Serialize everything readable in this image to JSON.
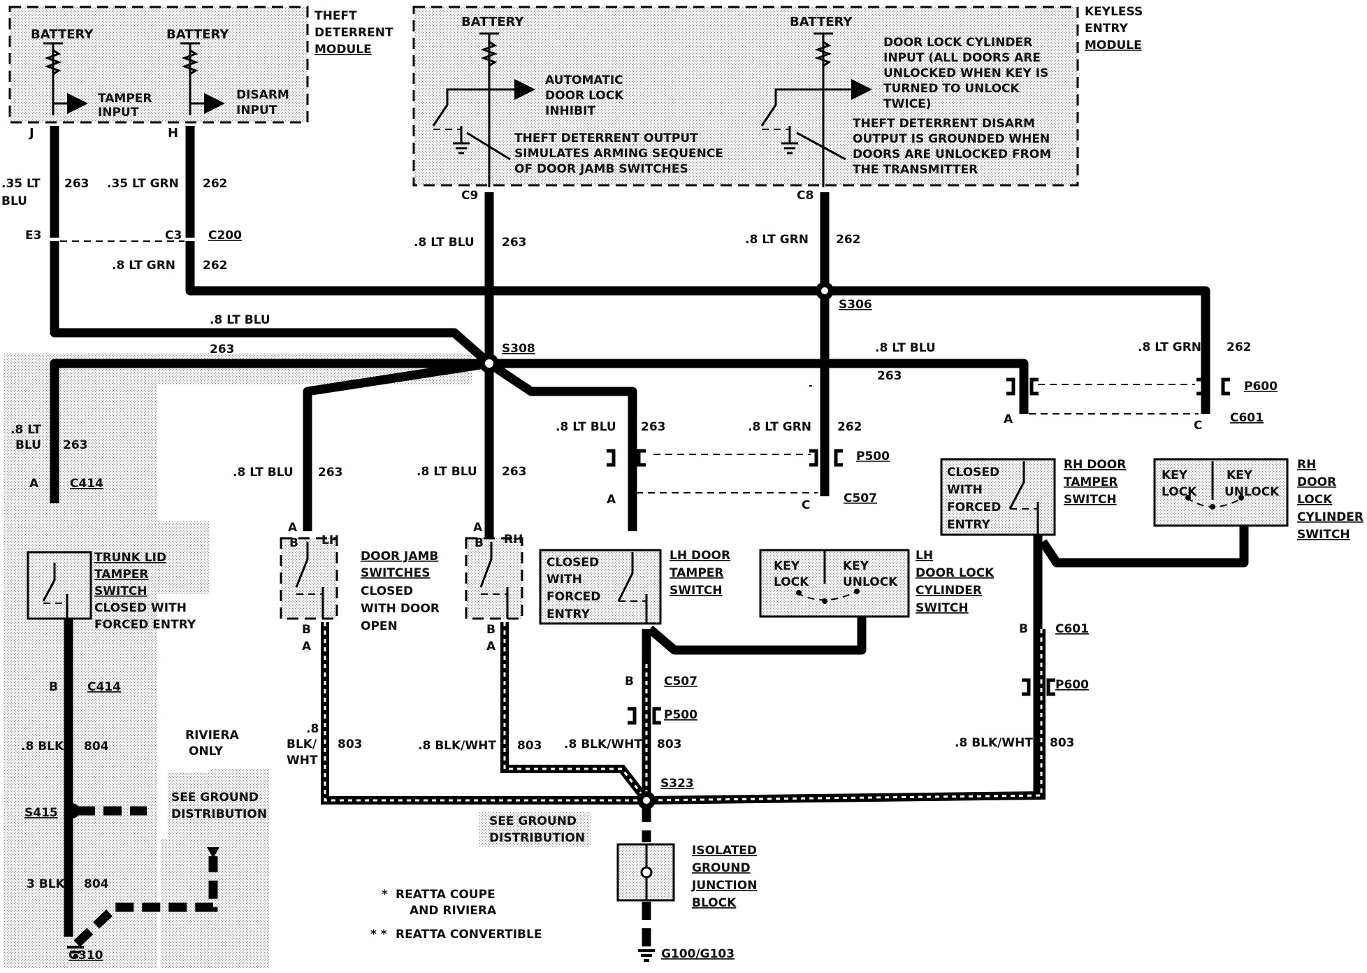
{
  "modules": {
    "theft_deterrent": {
      "title_l1": "THEFT",
      "title_l2": "DETERRENT",
      "title_l3": "MODULE",
      "battery1": "BATTERY",
      "battery2": "BATTERY",
      "tamper_l1": "TAMPER",
      "tamper_l2": "INPUT",
      "disarm_l1": "DISARM",
      "disarm_l2": "INPUT",
      "pin_j": "J",
      "pin_h": "H"
    },
    "keyless_entry": {
      "title_l1": "KEYLESS",
      "title_l2": "ENTRY",
      "title_l3": "MODULE",
      "battery1": "BATTERY",
      "battery2": "BATTERY",
      "adl_l1": "AUTOMATIC",
      "adl_l2": "DOOR LOCK",
      "adl_l3": "INHIBIT",
      "tdo_l1": "THEFT DETERRENT OUTPUT",
      "tdo_l2": "SIMULATES ARMING SEQUENCE",
      "tdo_l3": "OF DOOR JAMB SWITCHES",
      "dlc_l1": "DOOR  LOCK CYLINDER",
      "dlc_l2": "INPUT (ALL DOORS ARE",
      "dlc_l3": "UNLOCKED WHEN KEY IS",
      "dlc_l4": "TURNED TO UNLOCK",
      "dlc_l5": "TWICE)",
      "tdd_l1": "THEFT DETERRENT DISARM",
      "tdd_l2": "OUTPUT IS GROUNDED WHEN",
      "tdd_l3": "DOORS ARE UNLOCKED FROM",
      "tdd_l4": "THE TRANSMITTER",
      "pin_c9": "C9",
      "pin_c8": "C8"
    }
  },
  "wires": {
    "w1_gauge": ".35 LT",
    "w1_gauge2": "BLU",
    "w1_circuit": "263",
    "w2_gauge": ".35 LT GRN",
    "w2_circuit": "262",
    "c9_gauge": ".8 LT BLU",
    "c9_circuit": "263",
    "c8_gauge": ".8 LT GRN",
    "c8_circuit": "262",
    "c3_gauge": ".8 LT GRN",
    "c3_circuit": "262",
    "e3_gauge": ".8 LT BLU",
    "e3_circuit": "263",
    "trunk_gauge": ".8 LT",
    "trunk_gauge2": "BLU",
    "trunk_circuit": "263",
    "lh_jamb_gauge": ".8 LT BLU",
    "lh_jamb_circuit": "263",
    "rh_jamb_gauge": ".8 LT BLU",
    "rh_jamb_circuit": "263",
    "lh_tamper_gauge": ".8 LT BLU",
    "lh_tamper_circuit": "263",
    "lh_lock_gauge": ".8 LT GRN",
    "lh_lock_circuit": "262",
    "rh_top_gauge": ".8 LT BLU",
    "rh_top_circuit": "263",
    "rh_lock_gauge": ".8 LT GRN",
    "rh_lock_circuit": "262",
    "gnd1_gauge": ".8 BLK",
    "gnd1_circuit": "804",
    "gnd2_gauge": "3 BLK",
    "gnd2_circuit": "804",
    "jamb_gnd_l1": ".8",
    "jamb_gnd_l2": "BLK/",
    "jamb_gnd_l3": "WHT",
    "jamb_gnd_circuit": "803",
    "rh_jamb_gnd": ".8 BLK/WHT",
    "rh_jamb_gnd_circuit": "803",
    "lh_tamper_gnd": ".8 BLK/WHT",
    "lh_tamper_gnd_circuit": "803",
    "rh_tamper_gnd": ".8 BLK/WHT",
    "rh_tamper_gnd_circuit": "803"
  },
  "connectors": {
    "e3": "E3",
    "c3": "C3",
    "c200": "C200",
    "s306": "S306",
    "s308": "S308",
    "a_c414": "A",
    "c414a": "C414",
    "b_c414": "B",
    "c414b": "C414",
    "p600": "P600",
    "p600b": "P600",
    "c601a": "C601",
    "c601a_pin_a": "A",
    "c601a_pin_c": "C",
    "c601b": "C601",
    "c601b_pin": "B",
    "p500": "P500",
    "p500b": "P500",
    "c507": "C507",
    "c507_pin_a": "A",
    "c507_pin_c": "C",
    "c507b": "C507",
    "c507b_pin": "B",
    "s323": "S323",
    "s415": "S415",
    "g310": "G310",
    "g100": "G100/G103"
  },
  "components": {
    "door_jamb": {
      "l1": "DOOR JAMB",
      "l2": "SWITCHES",
      "l3": "CLOSED",
      "l4": "WITH DOOR",
      "l5": "OPEN",
      "lh": "LH",
      "rh": "RH",
      "a": "A",
      "b": "B"
    },
    "trunk": {
      "l1": "TRUNK LID",
      "l2": "TAMPER",
      "l3": "SWITCH",
      "l4": "CLOSED WITH",
      "l5": "FORCED ENTRY"
    },
    "lh_tamper": {
      "inner_l1": "CLOSED",
      "inner_l2": "WITH",
      "inner_l3": "FORCED",
      "inner_l4": "ENTRY",
      "l1": "LH DOOR",
      "l2": "TAMPER",
      "l3": "SWITCH"
    },
    "lh_lock": {
      "key1": "KEY",
      "lock": "LOCK",
      "key2": "KEY",
      "unlock": "UNLOCK",
      "l1": "LH",
      "l2": "DOOR LOCK",
      "l3": "CYLINDER",
      "l4": "SWITCH"
    },
    "rh_tamper": {
      "inner_l1": "CLOSED",
      "inner_l2": "WITH",
      "inner_l3": "FORCED",
      "inner_l4": "ENTRY",
      "l1": "RH DOOR",
      "l2": "TAMPER",
      "l3": "SWITCH"
    },
    "rh_lock": {
      "key1": "KEY",
      "lock": "LOCK",
      "key2": "KEY",
      "unlock": "UNLOCK",
      "l1": "RH",
      "l2": "DOOR",
      "l3": "LOCK",
      "l4": "CYLINDER",
      "l5": "SWITCH"
    },
    "iso_ground": {
      "l1": "ISOLATED",
      "l2": "GROUND",
      "l3": "JUNCTION",
      "l4": "BLOCK"
    }
  },
  "notes": {
    "riviera_l1": "RIVIERA",
    "riviera_l2": "ONLY",
    "see_ground1_l1": "SEE GROUND",
    "see_ground1_l2": "DISTRIBUTION",
    "see_ground2_l1": "SEE GROUND",
    "see_ground2_l2": "DISTRIBUTION",
    "legend1_mark": "*",
    "legend1_l1": "REATTA COUPE",
    "legend1_l2": "AND  RIVIERA",
    "legend2_mark": "* *",
    "legend2": "REATTA CONVERTIBLE"
  }
}
